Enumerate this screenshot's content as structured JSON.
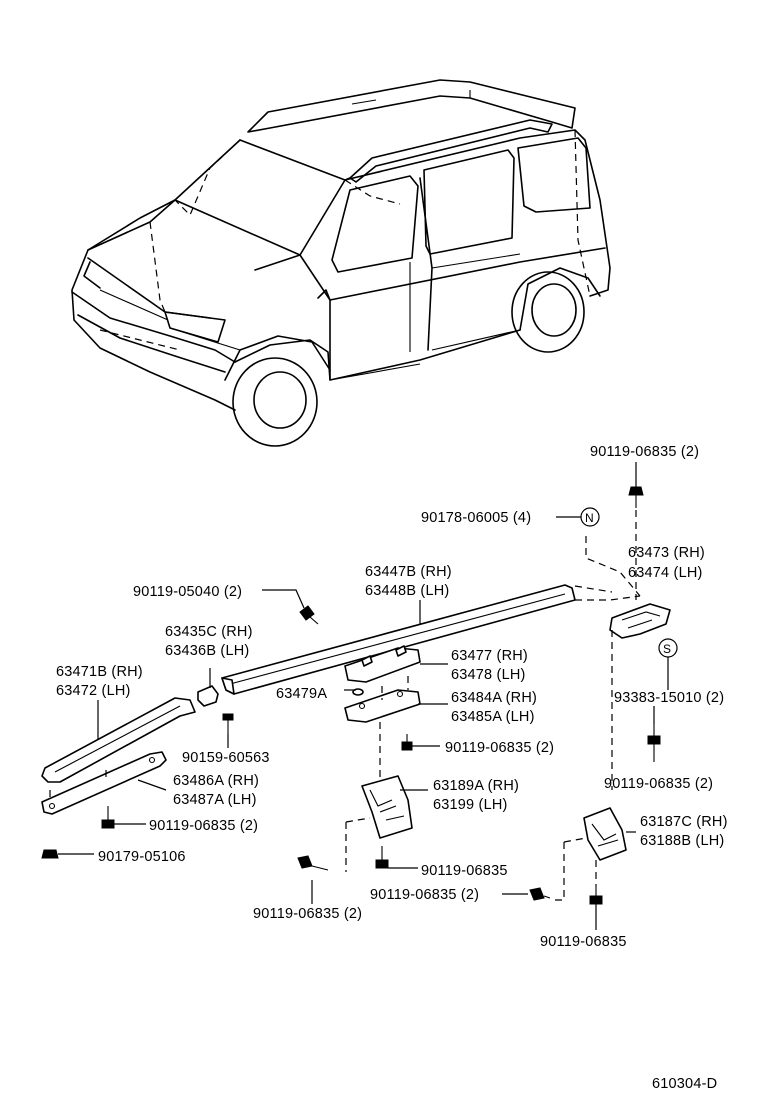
{
  "diagram": {
    "labels": {
      "bolt_top": "90119-06835 (2)",
      "clip_n": "90178-06005 (4)",
      "callout_n": "N",
      "bracket_rear_rh": "63473 (RH)",
      "bracket_rear_lh": "63474 (LH)",
      "screw_front": "90119-05040 (2)",
      "rail_rh": "63447B (RH)",
      "rail_lh": "63448B (LH)",
      "cover_rh": "63435C (RH)",
      "cover_lh": "63436B (LH)",
      "callout_s": "S",
      "screw_s": "93383-15010 (2)",
      "end_rh": "63471B (RH)",
      "end_lh": "63472     (LH)",
      "support_rh": "63477 (RH)",
      "support_lh": "63478 (LH)",
      "pad_small": "63479A",
      "pad_rh": "63484A (RH)",
      "pad_lh": "63485A (LH)",
      "screw_cover": "90159-60563",
      "bolt_mid": "90119-06835 (2)",
      "bolt_right": "90119-06835 (2)",
      "base_rh": "63486A (RH)",
      "base_lh": "63487A (LH)",
      "stay_mid_rh": "63189A (RH)",
      "stay_mid_lh": "63199     (LH)",
      "bolt_front": "90119-06835 (2)",
      "stay_rear_rh": "63187C (RH)",
      "stay_rear_lh": "63188B (LH)",
      "nut_front": "90179-05106",
      "bolt_stay_mid": "90119-06835",
      "bolt_stay_mid2": "90119-06835 (2)",
      "bolt_lower": "90119-06835 (2)",
      "bolt_stay_rear": "90119-06835",
      "figure_code": "610304-D"
    }
  }
}
